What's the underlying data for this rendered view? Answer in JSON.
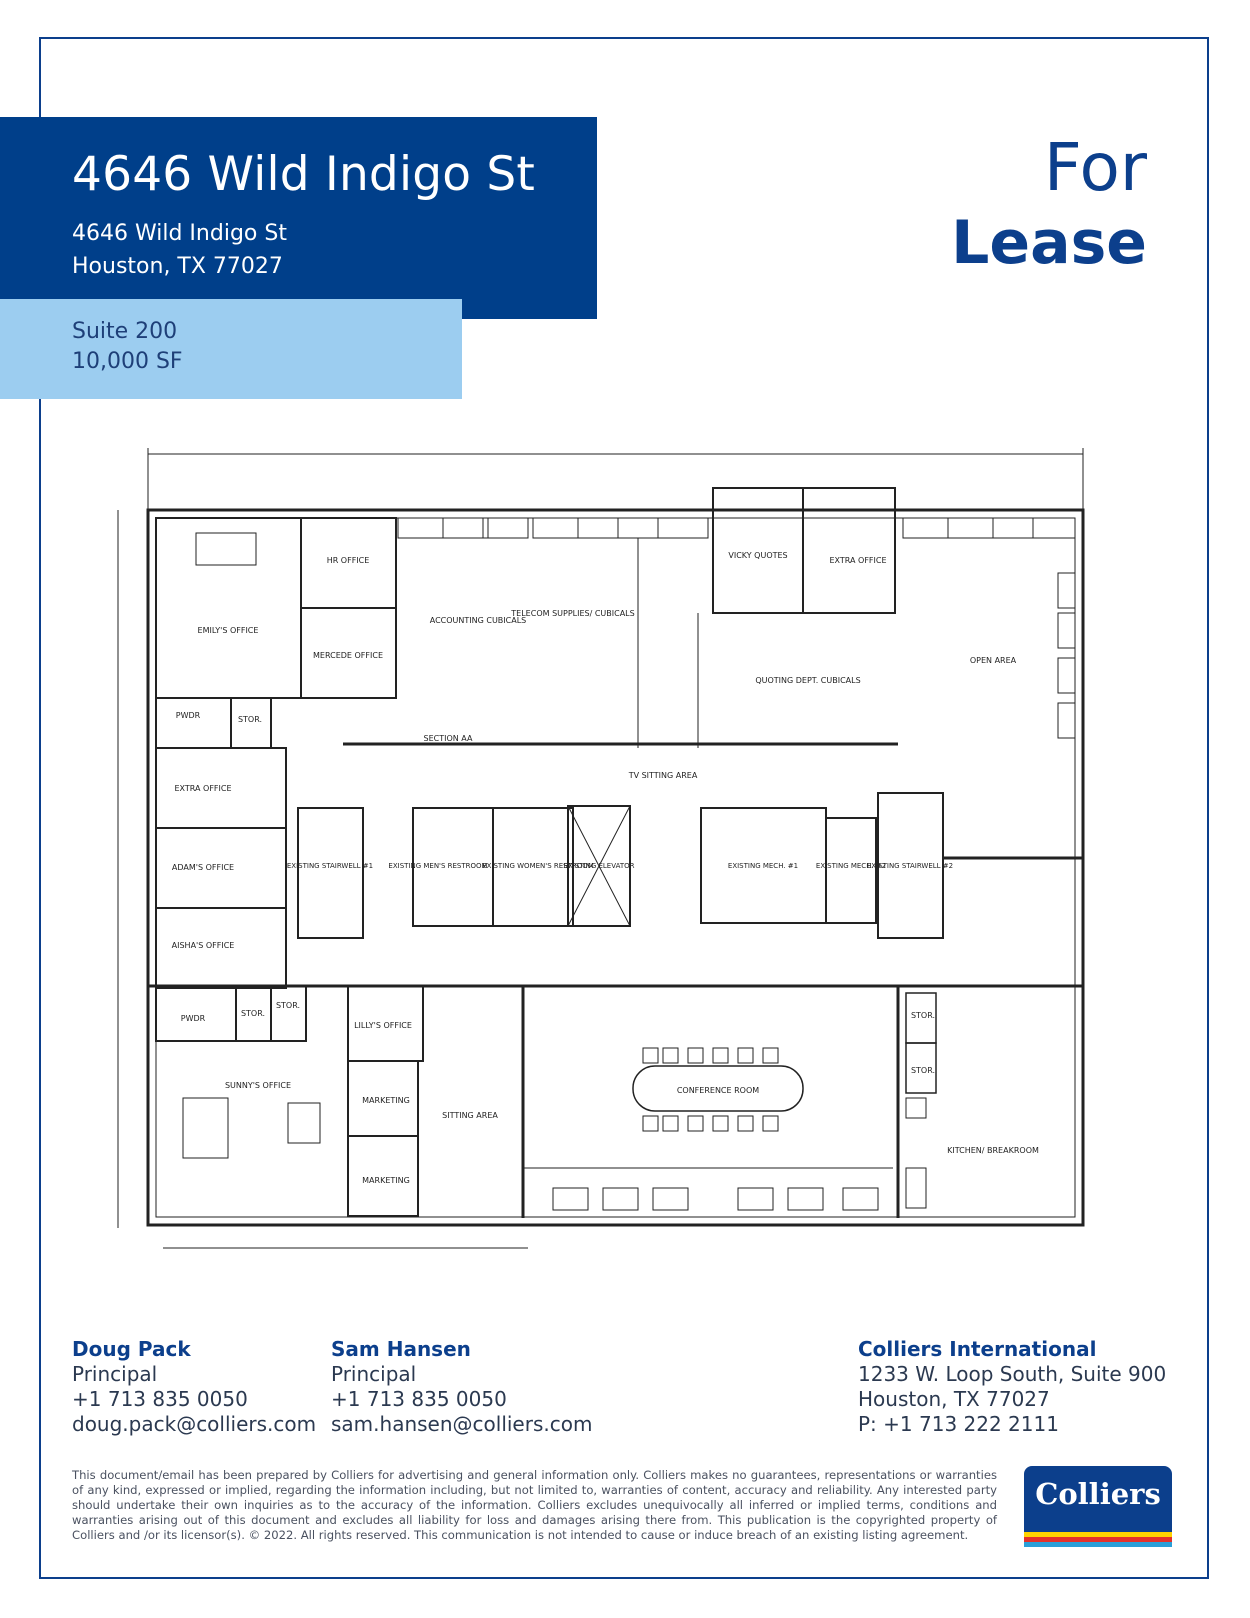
{
  "header": {
    "title": "4646 Wild Indigo St",
    "address_line1": "4646 Wild Indigo St",
    "address_line2": "Houston, TX 77027",
    "suite": "Suite 200",
    "size": "10,000 SF",
    "lease_word1": "For",
    "lease_word2": "Lease"
  },
  "floorplan": {
    "rooms": [
      "EMILY'S OFFICE",
      "HR OFFICE",
      "MERCEDE OFFICE",
      "ACCOUNTING CUBICALS",
      "TELECOM SUPPLIES/ CUBICALS",
      "VICKY QUOTES",
      "EXTRA OFFICE",
      "OPEN AREA",
      "QUOTING DEPT. CUBICALS",
      "PWDR",
      "STOR.",
      "SECTION AA",
      "TV SITTING AREA",
      "EXTRA OFFICE",
      "ADAM'S OFFICE",
      "AISHA'S OFFICE",
      "EXISTING STAIRWELL #1",
      "EXISTING MEN'S RESTROOM",
      "EXISTING WOMEN'S RESTROOM",
      "EXISTING ELEVATOR",
      "EXISTING MECH. #1",
      "EXISTING MECH. #2",
      "EXISTING STAIRWELL #2",
      "PWDR",
      "STOR.",
      "STOR.",
      "LILLY'S OFFICE",
      "SUNNY'S OFFICE",
      "MARKETING",
      "MARKETING",
      "SITTING AREA",
      "CONFERENCE ROOM",
      "STOR.",
      "STOR.",
      "KITCHEN/ BREAKROOM"
    ]
  },
  "contacts": [
    {
      "name": "Doug Pack",
      "title": "Principal",
      "phone": "+1 713 835 0050",
      "email": "doug.pack@colliers.com"
    },
    {
      "name": "Sam Hansen",
      "title": "Principal",
      "phone": "+1 713 835 0050",
      "email": "sam.hansen@colliers.com"
    }
  ],
  "office": {
    "name": "Colliers International",
    "line1": "1233 W. Loop South, Suite 900",
    "line2": "Houston, TX 77027",
    "phone": "P: +1 713 222 2111"
  },
  "disclaimer": "This document/email has been prepared by Colliers for advertising and general information only. Colliers makes no guarantees, representations or warranties of any kind, expressed or implied, regarding the information including, but not limited to, warranties of content, accuracy and reliability. Any interested party should undertake their own inquiries as to the accuracy of the information. Colliers excludes unequivocally all inferred or implied terms, conditions and warranties arising out of this document and excludes all liability for loss and damages arising there from. This publication is the copyrighted property of Colliers and /or its licensor(s). © 2022. All rights reserved. This communication is not intended to cause or induce breach of an existing listing agreement.",
  "logo": {
    "word": "Colliers",
    "colors": {
      "navy": "#0c3f8c",
      "yellow": "#ffd200",
      "red": "#e4312b",
      "blue": "#2a9fd8"
    }
  },
  "colors": {
    "navy": "#003f8a",
    "light_blue": "#9ccdf0"
  }
}
